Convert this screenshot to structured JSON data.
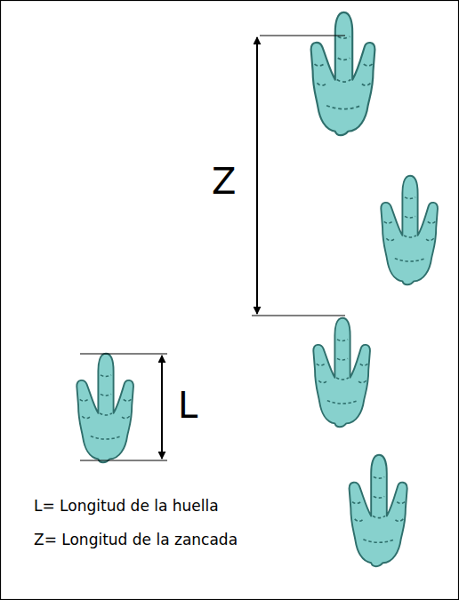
{
  "diagram": {
    "labels": [
      "Z",
      "L",
      "L= Longitud de la huella",
      "Z= Longitud de la zancada"
    ]
  }
}
